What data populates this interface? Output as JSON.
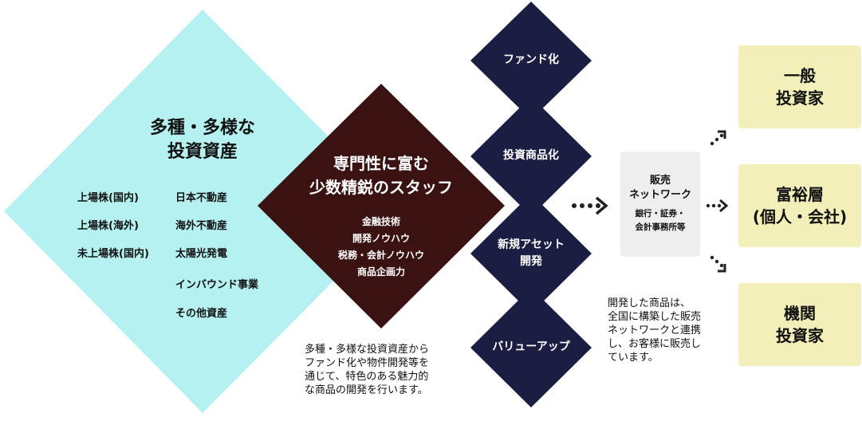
{
  "colors": {
    "assets_diamond": "#b5f1f1",
    "staff_diamond": "#3b1212",
    "process_diamond": "#1c1d42",
    "network_box": "#eeeeee",
    "investor_box": "#f3efb8"
  },
  "assets": {
    "title_line1": "多種・多様な",
    "title_line2": "投資資産",
    "left_items": [
      "上場株(国内)",
      "上場株(海外)",
      "未上場株(国内)"
    ],
    "right_items": [
      "日本不動産",
      "海外不動産",
      "太陽光発電",
      "インバウンド事業",
      "その他資産"
    ]
  },
  "staff": {
    "title_line1": "専門性に富む",
    "title_line2": "少数精鋭のスタッフ",
    "skills": [
      "金融技術",
      "開発ノウハウ",
      "税務・会計ノウハウ",
      "商品企画力"
    ],
    "description": "多種・多様な投資資産から\nファンド化や物件開発等を\n通じて、特色のある魅力的\nな商品の開発を行います。"
  },
  "process": {
    "steps": [
      {
        "line1": "ファンド化",
        "line2": ""
      },
      {
        "line1": "投資商品化",
        "line2": ""
      },
      {
        "line1": "新規アセット",
        "line2": "開発"
      },
      {
        "line1": "バリューアップ",
        "line2": ""
      }
    ]
  },
  "network": {
    "title_line1": "販売",
    "title_line2": "ネットワーク",
    "sub_line1": "銀行・証券・",
    "sub_line2": "会計事務所等",
    "description": "開発した商品は、\n全国に構築した販売\nネットワークと連携\nし、お客様に販売し\nています。"
  },
  "investors": [
    {
      "line1": "一般",
      "line2": "投資家"
    },
    {
      "line1": "富裕層",
      "line2": "(個人・会社)"
    },
    {
      "line1": "機関",
      "line2": "投資家"
    }
  ]
}
